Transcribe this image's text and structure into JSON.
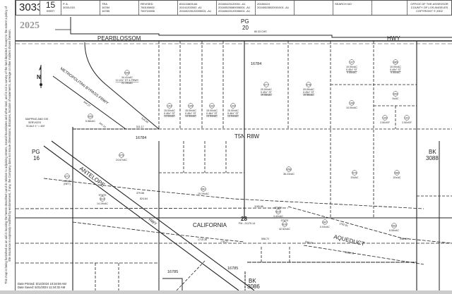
{
  "header": {
    "map_book": "3033",
    "sheet_number": "15",
    "sheet_label": "SHEET",
    "pa": "P. A.\n3033-015",
    "tra": "TRA\n16784\n16785",
    "revised": "REVISED\n760105802\n760722806",
    "rev2": "831104605-84\n20141202002 -A1\n20160225120005001 -A1",
    "rev3": "20160420120001 -A1\n20160525080005001 -A1\n20160620120006001 -A1",
    "rev4": "20180424\n20240528020001001 -A1",
    "search_no": "SEARCH NO",
    "office": "OFFICE OF THE ASSESSOR\nCOUNTY OF LOS ANGELES\nCOPYRIGHT © 2002"
  },
  "disclaimer": "This map is being furnished as an aid in locating the herein described Land in relation to adjoining streets, natural boundaries and other land, and is not a survey of the land depicted. Except to the extent a policy of title insurance is expressly modified by endorsement, if any, the Company does not insure dimensions, distances, location of easements, acreage or other matters shown thereon.",
  "map": {
    "year": "2025",
    "north_label": "N",
    "scale_note_1": "MAPPING AND GIS",
    "scale_note_2": "SERVICES",
    "scale_note_3": "SCALE 1\" = 400'",
    "roads": {
      "pearblossom": "PEARBLOSSOM",
      "hwy_top": "HWY",
      "metro": "METROPOLITAN BYPASS FRWY",
      "antelope": "ANTELOPE",
      "hwy_antelope": "HWY",
      "california": "CALIFORNIA",
      "aqueduct": "AQUEDUCT"
    },
    "page_refs": {
      "pg20_a": "PG",
      "pg20_b": "20",
      "pg16_a": "PG",
      "pg16_b": "16",
      "bk3088_a": "BK",
      "bk3088_b": "3088",
      "bk3086_a": "BK",
      "bk3086_b": "3086"
    },
    "tra_labels": {
      "a": "16784",
      "b": "16784",
      "c": "16785",
      "d": "16785"
    },
    "township": "T5N  R8W",
    "section": "28",
    "fm": "FM - 21170-14",
    "chs": "80.33 CHS",
    "dims": [
      "511.17",
      "524.59",
      "544.27",
      "341.10",
      "379.58",
      "824.64",
      "1180.86",
      "1762.81",
      "1715.38",
      "778.21",
      "1088.78",
      "256.80",
      "598.72",
      "934.28"
    ],
    "parcels": [
      {
        "num": "096",
        "lines": [
          "34.41±AC",
          "12.22±\" ST & FRWY",
          "21.19±AC"
        ]
      },
      {
        "num": "095",
        "lines": [
          "5.58±AC"
        ]
      },
      {
        "num": "103",
        "lines": [
          "15.00±AC",
          "0.46±\" ST",
          "14.54±AC"
        ]
      },
      {
        "num": "105",
        "lines": [
          "15.00±AC",
          "0.46±\" ST",
          "14.54±AC"
        ]
      },
      {
        "num": "102",
        "lines": [
          "15.00±AC",
          "0.46±\" ST",
          "14.54±AC"
        ]
      },
      {
        "num": "104",
        "lines": [
          "15.00±AC",
          "0.46±\" ST",
          "14.54±AC"
        ]
      },
      {
        "num": "077",
        "lines": [
          "20.00±AC",
          "0.45±\" ST",
          "19.55±AC"
        ]
      },
      {
        "num": "078",
        "lines": [
          "20.00±AC",
          "0.45±\" ST",
          "19.55±AC"
        ]
      },
      {
        "num": "107",
        "lines": [
          "10.00±AC",
          "0.45±\" ST",
          "9.55±AC"
        ]
      },
      {
        "num": "085",
        "lines": [
          "10.00±AC",
          "0.45±\" ST",
          "9.55±AC"
        ]
      },
      {
        "num": "106",
        "lines": [
          "10.00±AC"
        ]
      },
      {
        "num": "099",
        "lines": [
          "5±AC"
        ]
      },
      {
        "num": "100",
        "lines": [
          "2.50±SF"
        ]
      },
      {
        "num": "101",
        "lines": [
          "2.50±SF"
        ]
      },
      {
        "num": "075",
        "lines": [
          "24.67±AC"
        ]
      },
      {
        "num": "058",
        "lines": [
          "36.23±AC"
        ]
      },
      {
        "num": "079",
        "lines": [
          "20±AC"
        ]
      },
      {
        "num": "080",
        "lines": [
          "20±AC"
        ]
      },
      {
        "num": "081",
        "lines": [
          "15.19±AC"
        ]
      },
      {
        "num": "072",
        "lines": [
          "1.44±AC",
          "(NET)"
        ]
      },
      {
        "num": "814",
        "lines": [
          "STATE",
          "14.19±AC"
        ]
      },
      {
        "num": "810",
        "lines": [
          "STATE",
          "3.42±AC"
        ]
      },
      {
        "num": "816",
        "lines": [
          "STATE",
          "42.52±AC"
        ]
      },
      {
        "num": "087",
        "lines": [
          "0.04±AC"
        ]
      },
      {
        "num": "083",
        "lines": [
          "6.06±AC"
        ]
      }
    ],
    "date_printed": "Date Printed: 5/14/2024 10:34:59 AM",
    "date_saved": "Date Saved: 5/21/2024 11:34:32 AM"
  }
}
